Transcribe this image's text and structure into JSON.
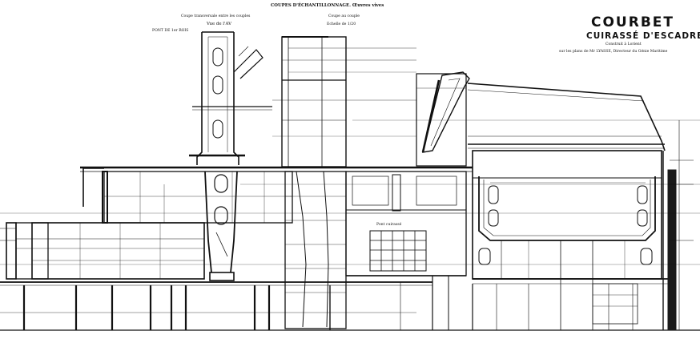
{
  "drawing": {
    "header_caption": "COUPES D'ÉCHANTILLONNAGE. Œuvres vives",
    "section_left_caption": "Coupe transversale entre les couples",
    "section_left_view": "Vue de l'AV",
    "frame_ref": "PONT DE 1er ROIS",
    "section_mid_caption": "Coupe au couple",
    "section_mid_scale": "Echelle de 1/20",
    "inner_label": "Pont cuirassé"
  },
  "title_block": {
    "ship_name": "COURBET",
    "ship_type": "CUIRASSÉ D'ESCADRE",
    "builder": "Construit à Lorient",
    "designer_note": "sur les plans de Mr LYASSE, Directeur du Génie Maritime"
  },
  "palette": {
    "ink": "#111111",
    "paper": "#ffffff",
    "armour": "#1a1a1a"
  }
}
